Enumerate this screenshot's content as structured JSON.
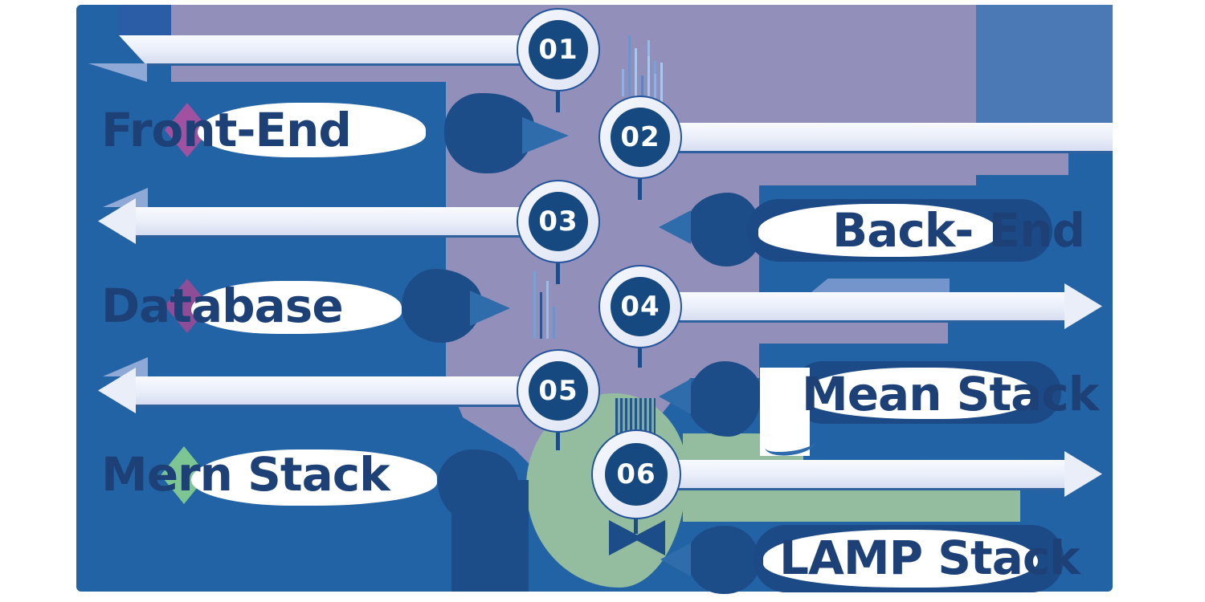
{
  "infographic": {
    "items": [
      {
        "number": "01",
        "label": "Front-End",
        "side": "left",
        "accent": "#a0519f"
      },
      {
        "number": "02",
        "label": "Back- End",
        "side": "right"
      },
      {
        "number": "03",
        "label": "Database",
        "side": "left",
        "accent": "#8f4d97"
      },
      {
        "number": "04",
        "label": "Mean Stack",
        "side": "right"
      },
      {
        "number": "05",
        "label": "Mern Stack",
        "side": "left",
        "accent": "#7dc693"
      },
      {
        "number": "06",
        "label": "LAMP Stack",
        "side": "right"
      }
    ],
    "colors": {
      "background": "#ffffff",
      "primary_blue": "#2263a5",
      "navy": "#16497f",
      "label_text": "#1d4177",
      "mauve": "#928fba",
      "steel_blue": "#4a79b6",
      "light_steel": "#8ea9d6",
      "sage_green": "#93bd9e",
      "mint_green": "#7dc693",
      "magenta": "#a0519f",
      "purple": "#8f4d97",
      "ribbon_light": "#eef2fa"
    }
  }
}
